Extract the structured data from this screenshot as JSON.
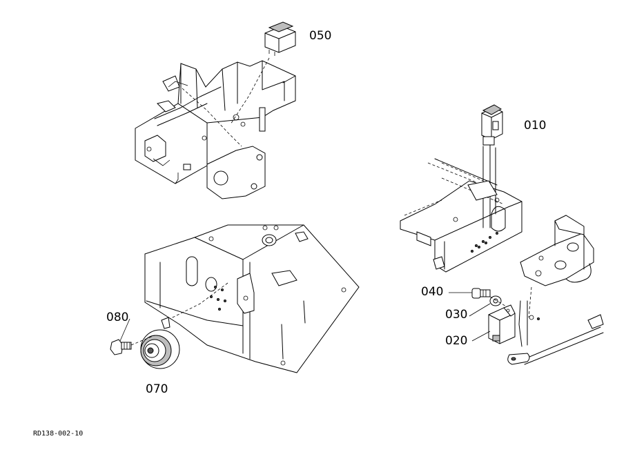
{
  "callouts": {
    "p050": "050",
    "p010": "010",
    "p040": "040",
    "p030": "030",
    "p020": "020",
    "p080": "080",
    "p070": "070"
  },
  "reference": "RD138-002-10"
}
